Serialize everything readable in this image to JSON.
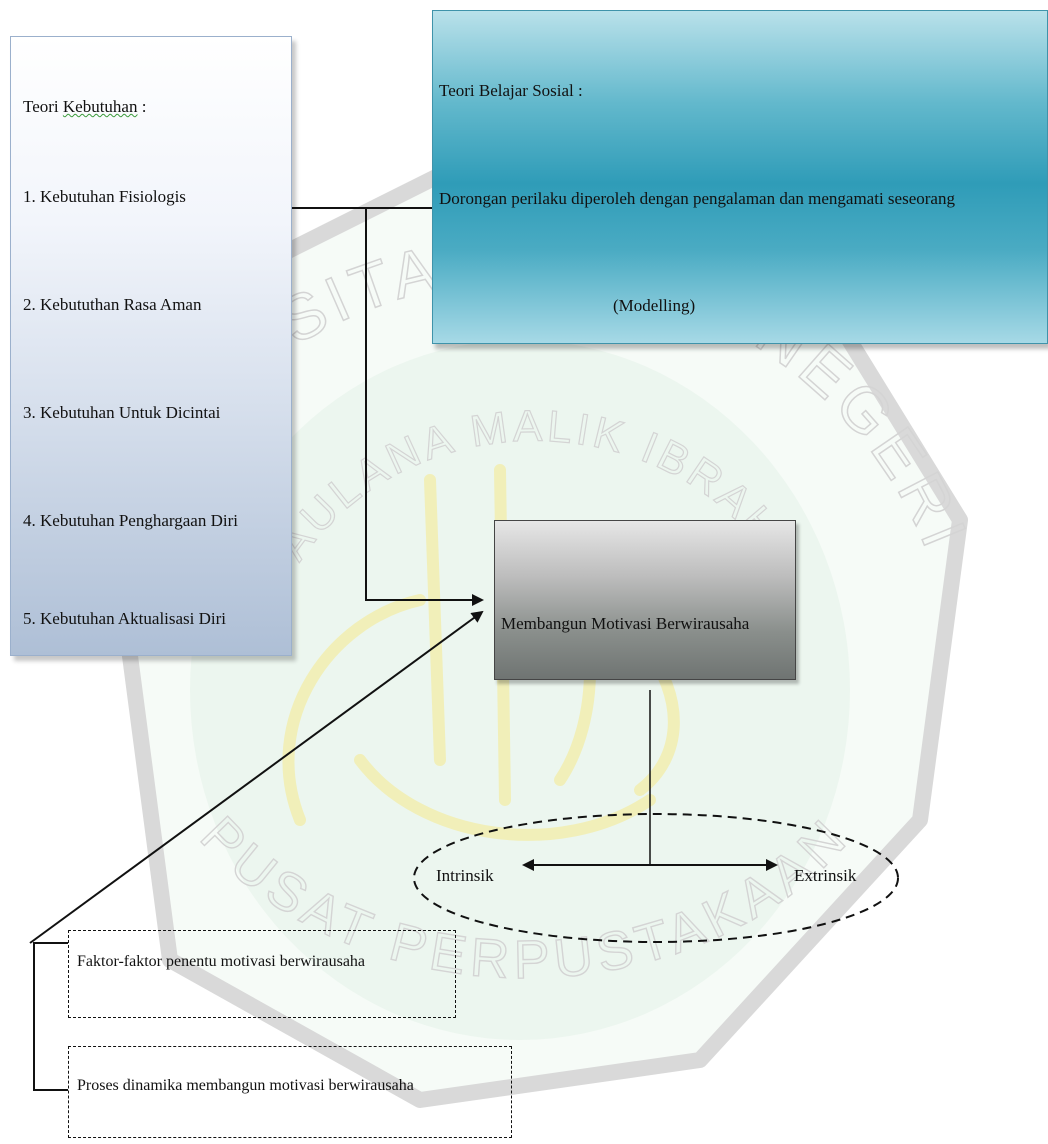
{
  "watermark": {
    "arc_top": "UNIVERSITAS ISLAM NEGERI",
    "arc_middle": "MAULANA MALIK IBRAHIM",
    "arc_bottom": "PUSAT PERPUSTAKAAN"
  },
  "needs_box": {
    "title_prefix": "Teori ",
    "title_word": "Kebutuhan",
    "title_suffix": " :",
    "items": [
      "1. Kebutuhan Fisiologis",
      "2. Kebututhan Rasa Aman",
      "3. Kebutuhan Untuk Dicintai",
      "4. Kebutuhan Penghargaan  Diri",
      "5. Kebutuhan Aktualisasi Diri"
    ]
  },
  "social_box": {
    "title": "Teori Belajar  Sosial :",
    "body": "Dorongan perilaku diperoleh dengan pengalaman dan mengamati seseorang",
    "model": "(Modelling)"
  },
  "center_box": {
    "label": "Membangun Motivasi Berwirausaha"
  },
  "outcomes": {
    "left": "Intrinsik",
    "right": "Extrinsik"
  },
  "factors": [
    "Faktor-faktor penentu motivasi berwirausaha",
    "Proses dinamika membangun motivasi berwirausaha"
  ],
  "colors": {
    "needs_fill": "#aebfd6",
    "social_fill": "#2f9cb8",
    "center_fill": "#8a8f8c",
    "watermark_gray": "#dcdcdc",
    "watermark_green": "#e6f4ea",
    "watermark_yellow": "#f4f0b0"
  }
}
